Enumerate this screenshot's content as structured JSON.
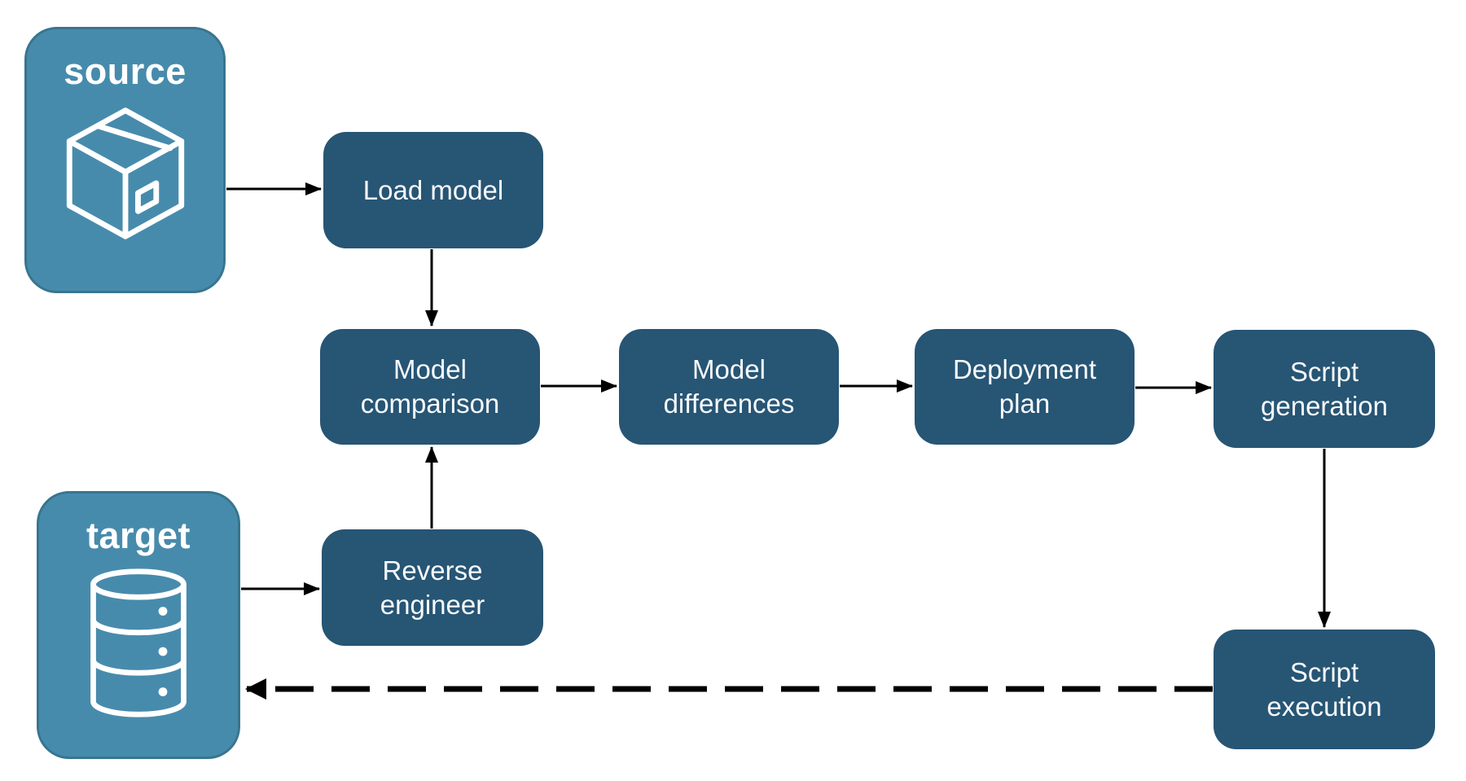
{
  "diagram": {
    "description": "Database deployment pipeline flowchart",
    "colors": {
      "background": "#ffffff",
      "process_fill": "#275574",
      "endpoint_fill": "#478bac",
      "endpoint_border": "#38758f",
      "label_text": "#ffffff",
      "arrow": "#000000"
    },
    "nodes": {
      "source": {
        "label": "source",
        "kind": "endpoint",
        "icon": "package-icon"
      },
      "target": {
        "label": "target",
        "kind": "endpoint",
        "icon": "database-icon"
      },
      "load_model": {
        "label": "Load model",
        "kind": "process"
      },
      "model_comparison": {
        "label": "Model comparison",
        "kind": "process"
      },
      "model_differences": {
        "label": "Model differences",
        "kind": "process"
      },
      "deployment_plan": {
        "label": "Deployment plan",
        "kind": "process"
      },
      "script_generation": {
        "label": "Script generation",
        "kind": "process"
      },
      "reverse_engineer": {
        "label": "Reverse engineer",
        "kind": "process"
      },
      "script_execution": {
        "label": "Script execution",
        "kind": "process"
      }
    },
    "edges": [
      {
        "from": "source",
        "to": "load_model",
        "style": "solid"
      },
      {
        "from": "load_model",
        "to": "model_comparison",
        "style": "solid"
      },
      {
        "from": "model_comparison",
        "to": "model_differences",
        "style": "solid"
      },
      {
        "from": "model_differences",
        "to": "deployment_plan",
        "style": "solid"
      },
      {
        "from": "deployment_plan",
        "to": "script_generation",
        "style": "solid"
      },
      {
        "from": "script_generation",
        "to": "script_execution",
        "style": "solid"
      },
      {
        "from": "target",
        "to": "reverse_engineer",
        "style": "solid"
      },
      {
        "from": "reverse_engineer",
        "to": "model_comparison",
        "style": "solid"
      },
      {
        "from": "script_execution",
        "to": "target",
        "style": "dashed"
      }
    ]
  }
}
